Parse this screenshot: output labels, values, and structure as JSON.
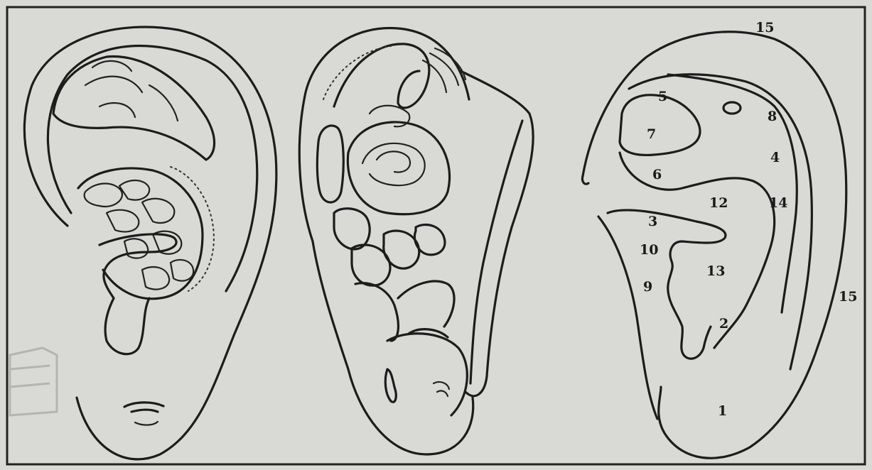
{
  "figure": {
    "colors": {
      "background": "#d9d9d6",
      "ink": "#1c1c1c",
      "frame": "#222222"
    },
    "panels": [
      "ear-organ-map-left",
      "ear-organ-map-middle",
      "ear-anatomy-numbered-right"
    ]
  },
  "labels": {
    "l15_top": "15",
    "l5": "5",
    "l8": "8",
    "l7": "7",
    "l4": "4",
    "l6": "6",
    "l12": "12",
    "l14": "14",
    "l3": "3",
    "l10": "10",
    "l13": "13",
    "l9": "9",
    "l15_right": "15",
    "l2": "2",
    "l1": "1"
  }
}
